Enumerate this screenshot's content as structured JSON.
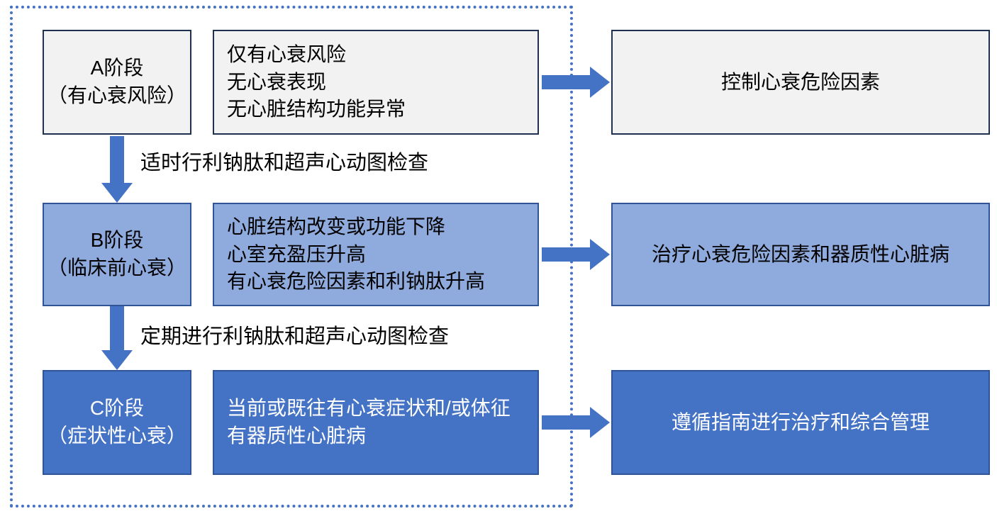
{
  "rows": [
    {
      "stage_label": "A阶段",
      "stage_sub": "（有心衰风险）",
      "criteria": [
        "仅有心衰风险",
        "无心衰表现",
        "无心脏结构功能异常"
      ],
      "action": "控制心衰危险因素"
    },
    {
      "stage_label": "B阶段",
      "stage_sub": "（临床前心衰）",
      "criteria": [
        "心脏结构改变或功能下降",
        "心室充盈压升高",
        "有心衰危险因素和利钠肽升高"
      ],
      "action": "治疗心衰危险因素和器质性心脏病"
    },
    {
      "stage_label": "C阶段",
      "stage_sub": "（症状性心衰）",
      "criteria": [
        "当前或既往有心衰症状和/或体征",
        "有器质性心脏病"
      ],
      "action": "遵循指南进行治疗和综合管理"
    }
  ],
  "transitions": [
    {
      "label": "适时行利钠肽和超声心动图检查"
    },
    {
      "label": "定期进行利钠肽和超声心动图检查"
    }
  ],
  "colors": {
    "stage_a_bg": "#F2F2F2",
    "stage_a_border": "#203050",
    "stage_b_bg": "#8FAADC",
    "stage_b_border": "#2F5597",
    "stage_c_bg": "#4472C4",
    "stage_c_border": "#2F5597",
    "arrow": "#4472C4",
    "frame": "#4472C4"
  }
}
